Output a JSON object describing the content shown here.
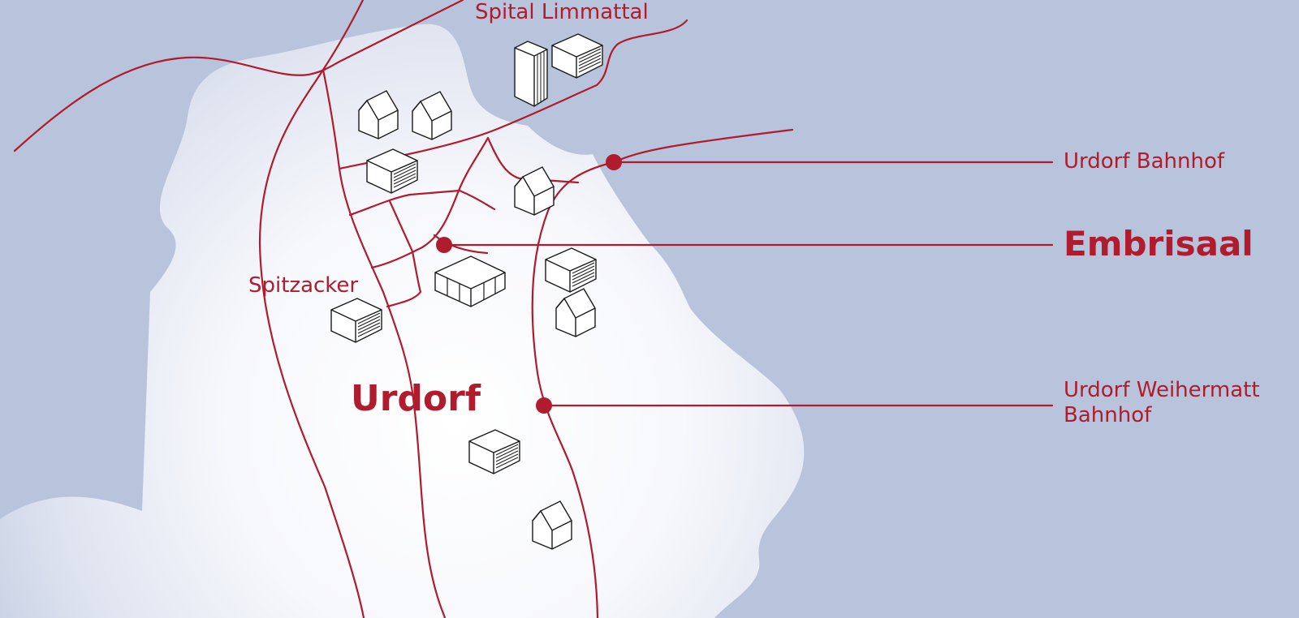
{
  "colors": {
    "background": "#b7c4db",
    "land": "#ffffff",
    "accent": "#b01c2e",
    "building_stroke": "#1a1a1a"
  },
  "places": {
    "hospital": "Spital Limmattal",
    "district": "Spitzacker",
    "town": "Urdorf"
  },
  "stops": {
    "urdorf_bahnhof": "Urdorf Bahnhof",
    "embrisaal": "Embrisaal",
    "weihermatt_line1": "Urdorf Weihermatt",
    "weihermatt_line2": "Bahnhof"
  },
  "icons": {
    "house": "house-icon",
    "office": "office-building-icon",
    "tower": "tower-building-icon",
    "hall": "hall-building-icon",
    "stop_marker": "stop-marker-icon"
  }
}
